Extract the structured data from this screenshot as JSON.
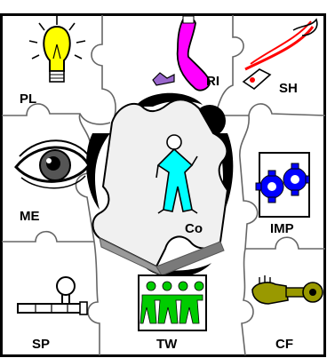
{
  "pieces": {
    "pl": {
      "label": "PL",
      "icon": "lightbulb-icon"
    },
    "ri": {
      "label": "RI",
      "icon": "telephone-icon"
    },
    "sh": {
      "label": "SH",
      "icon": "hand-shake-icon"
    },
    "me": {
      "label": "ME",
      "icon": "eye-icon"
    },
    "co": {
      "label": "Co",
      "icon": "person-icon"
    },
    "imp": {
      "label": "IMP",
      "icon": "gears-icon"
    },
    "sp": {
      "label": "SP",
      "icon": "key-icon"
    },
    "tw": {
      "label": "TW",
      "icon": "paper-dolls-icon"
    },
    "cf": {
      "label": "CF",
      "icon": "hand-key-icon"
    }
  },
  "colors": {
    "lightbulb": "#ffff00",
    "telephone": "#ff00ff",
    "hand_shake": "#ff0000",
    "person": "#00ffff",
    "gears": "#0000ff",
    "paper_dolls": "#00cc00",
    "hand_key": "#999900"
  }
}
